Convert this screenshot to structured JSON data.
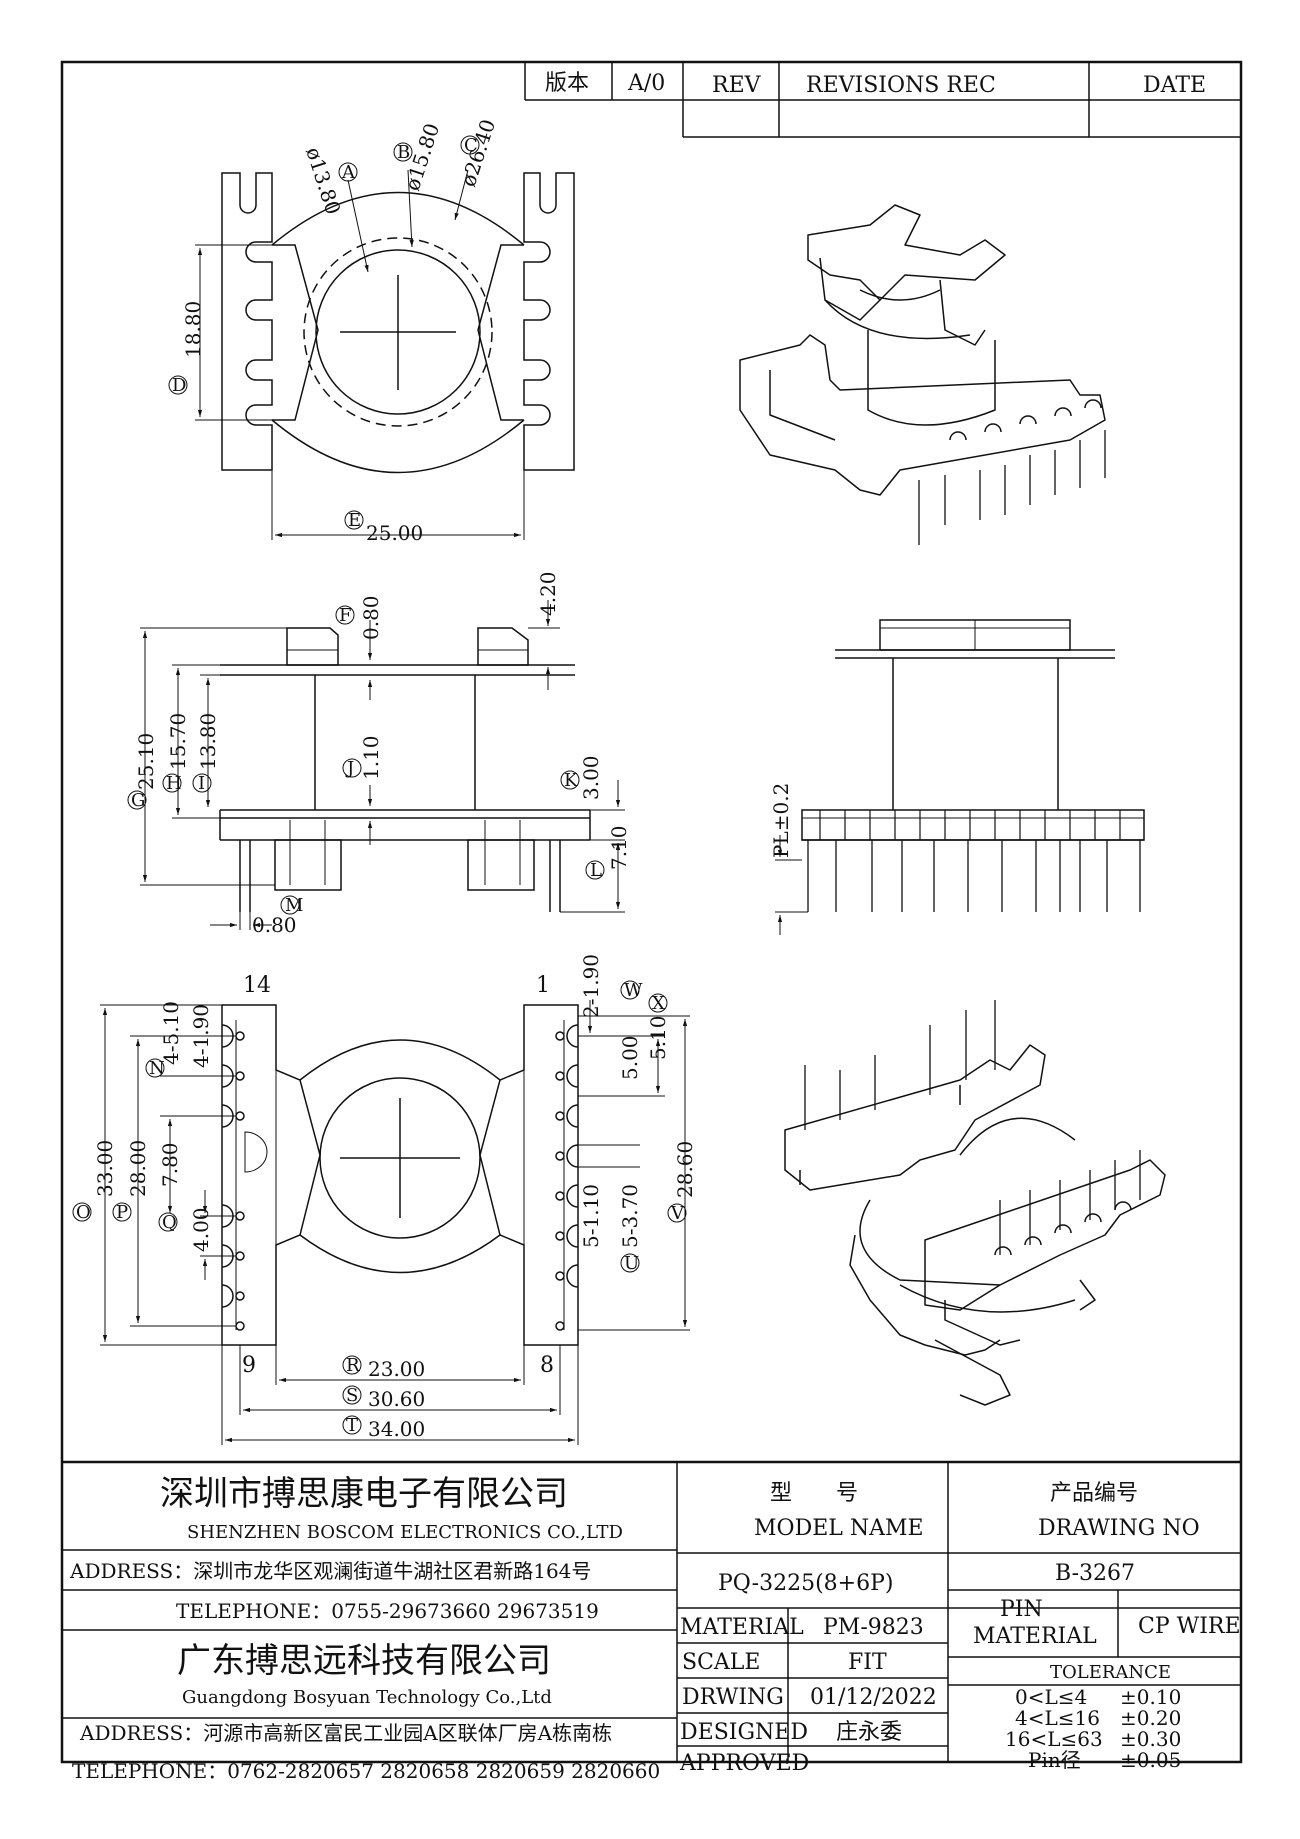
{
  "revision_block": {
    "version_label": "版本",
    "version_value": "A/0",
    "rev_label": "REV",
    "revisions_label": "REVISIONS REC",
    "date_label": "DATE"
  },
  "top_view": {
    "callout_a": "A",
    "dim_a": "ø13.80",
    "callout_b": "B",
    "dim_b": "ø15.80",
    "callout_c": "C",
    "dim_c": "ø26.40",
    "callout_d": "D",
    "dim_d": "18.80",
    "callout_e": "E",
    "dim_e": "25.00"
  },
  "side_view": {
    "callout_f": "F",
    "dim_f": "0.80",
    "dim_top_right": "4.20",
    "callout_g": "G",
    "dim_g": "25.10",
    "callout_h": "H",
    "dim_h": "15.70",
    "callout_i": "I",
    "dim_i": "13.80",
    "callout_j": "J",
    "dim_j": "1.10",
    "callout_k": "K",
    "dim_k": "3.00",
    "callout_l": "L",
    "dim_l": "7.10",
    "callout_m": "M",
    "dim_m": "0.80",
    "pl_label": "PL±0.2"
  },
  "bottom_view": {
    "pin_14": "14",
    "pin_1": "1",
    "pin_9": "9",
    "pin_8": "8",
    "callout_n": "N",
    "dim_n1": "4-5.10",
    "dim_n2": "4-1.90",
    "callout_o": "O",
    "dim_o": "33.00",
    "callout_p": "P",
    "dim_p": "28.00",
    "callout_q": "Q",
    "dim_q1": "7.80",
    "dim_q2": "4.00",
    "callout_r": "R",
    "dim_r": "23.00",
    "callout_s": "S",
    "dim_s": "30.60",
    "callout_t": "T",
    "dim_t": "34.00",
    "callout_u": "U",
    "dim_u": "5-3.70",
    "dim_u2": "5-1.10",
    "callout_v": "V",
    "dim_v": "28.60",
    "callout_w": "W",
    "dim_w": "2-1.90",
    "callout_x": "X",
    "dim_x": "5.10",
    "dim_x2": "5.00"
  },
  "title_block": {
    "company1_cn": "深圳市搏思康电子有限公司",
    "company1_en": "SHENZHEN BOSCOM ELECTRONICS CO.,LTD",
    "address1": "ADDRESS：深圳市龙华区观澜街道牛湖社区君新路164号",
    "telephone1": "TELEPHONE：0755-29673660 29673519",
    "company2_cn": "广东搏思远科技有限公司",
    "company2_en": "Guangdong Bosyuan Technology Co.,Ltd",
    "address2": "ADDRESS：河源市高新区富民工业园A区联体厂房A栋南栋",
    "telephone2": "TELEPHONE：0762-2820657 2820658 2820659 2820660",
    "model_cn": "型　　号",
    "model_en": "MODEL NAME",
    "model_value": "PQ-3225(8+6P)",
    "drawing_cn": "产品编号",
    "drawing_en": "DRAWING NO",
    "drawing_value": "B-3267",
    "material_label": "MATERIAL",
    "material_value": "PM-9823",
    "scale_label": "SCALE",
    "scale_value": "FIT",
    "drwing_label": "DRWING",
    "drwing_value": "01/12/2022",
    "designed_label": "DESIGNED",
    "designed_value": "庄永委",
    "approved_label": "APPROVED",
    "pin_label": "PIN",
    "pin_material_label": "MATERIAL",
    "pin_material_value": "CP WIRE",
    "tolerance_label": "TOLERANCE",
    "tolerances": [
      {
        "range": "0<L≤4",
        "value": "±0.10"
      },
      {
        "range": "4<L≤16",
        "value": "±0.20"
      },
      {
        "range": "16<L≤63",
        "value": "±0.30"
      },
      {
        "range": "Pin径",
        "value": "±0.05"
      }
    ]
  }
}
